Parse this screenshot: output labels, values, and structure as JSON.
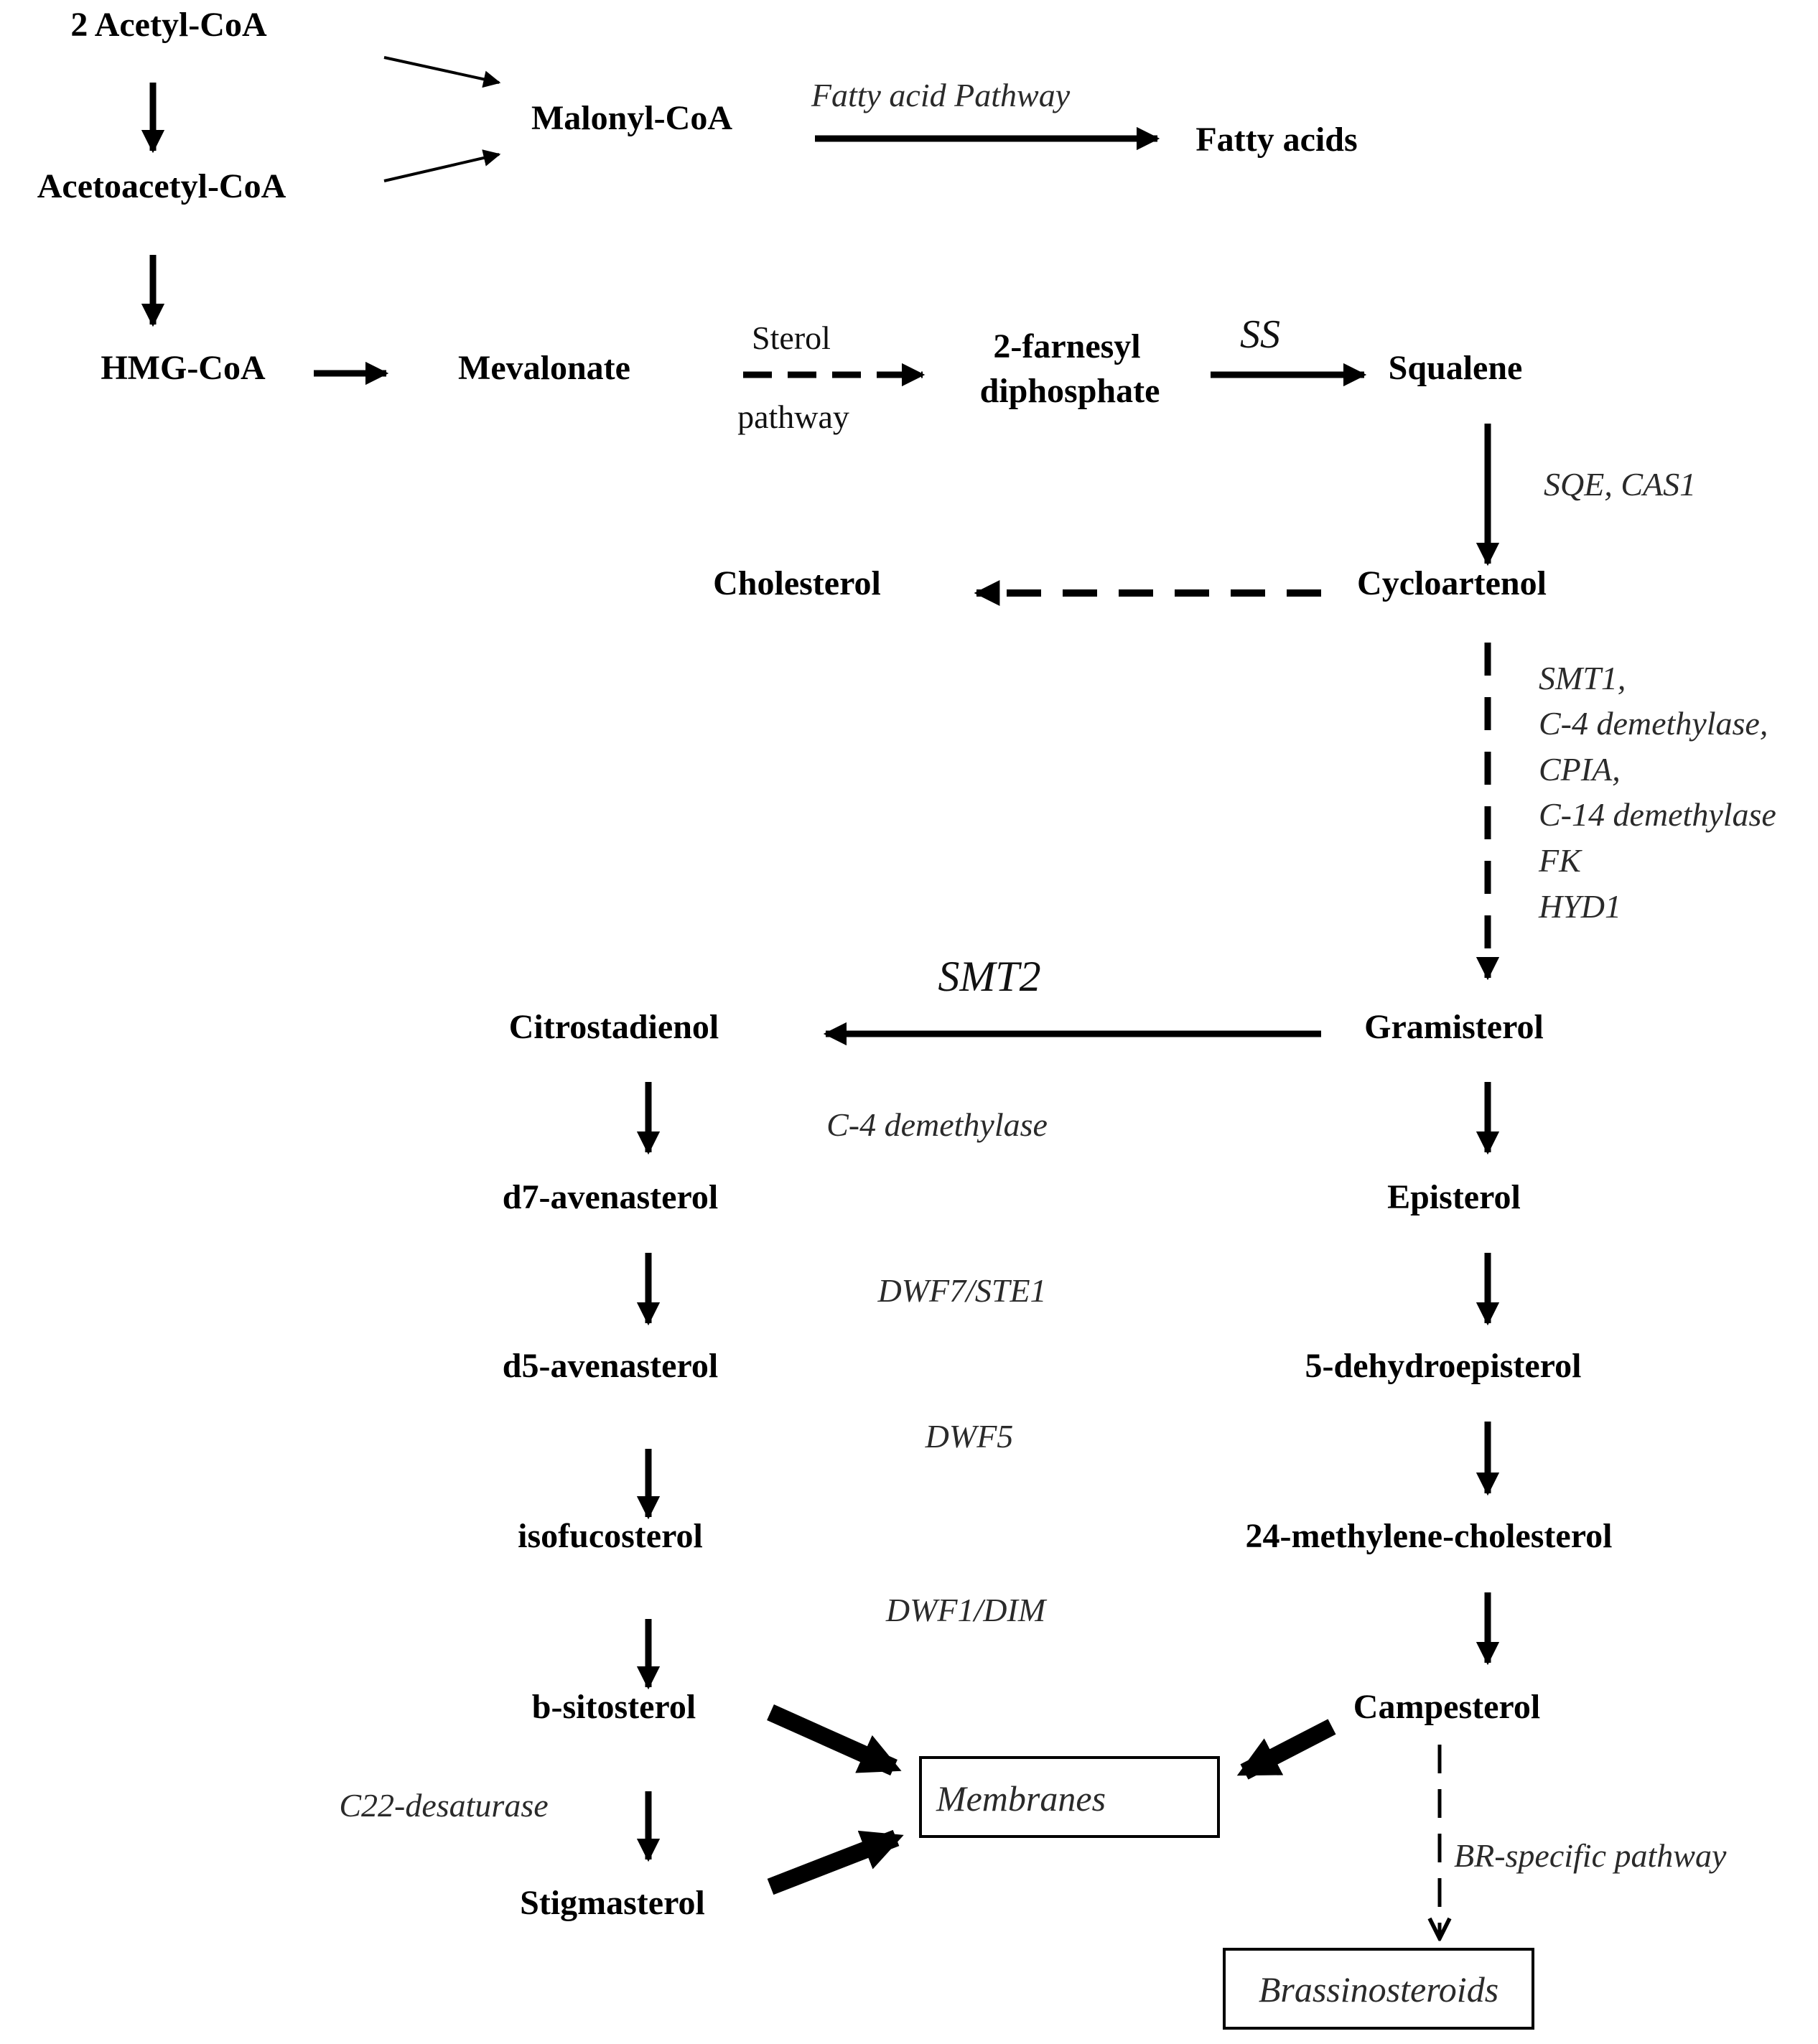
{
  "nodes": {
    "acetyl_coa": "2 Acetyl-CoA",
    "acetoacetyl_coa": "Acetoacetyl-CoA",
    "malonyl_coa": "Malonyl-CoA",
    "fatty_acids": "Fatty acids",
    "hmg_coa": "HMG-CoA",
    "mevalonate": "Mevalonate",
    "farnesyl_line1": "2-farnesyl",
    "farnesyl_line2": "diphosphate",
    "squalene": "Squalene",
    "cholesterol": "Cholesterol",
    "cycloartenol": "Cycloartenol",
    "citrostadienol": "Citrostadienol",
    "gramisterol": "Gramisterol",
    "d7_avenasterol": "d7-avenasterol",
    "d5_avenasterol": "d5-avenasterol",
    "isofucosterol": "isofucosterol",
    "b_sitosterol": "b-sitosterol",
    "stigmasterol": "Stigmasterol",
    "episterol": "Episterol",
    "dehydroepisterol": "5-dehydroepisterol",
    "methylene_cholesterol": "24-methylene-cholesterol",
    "campesterol": "Campesterol",
    "membranes": "Membranes",
    "brassinosteroids": "Brassinosteroids"
  },
  "labels": {
    "fatty_acid_pathway": "Fatty acid Pathway",
    "sterol": "Sterol",
    "pathway": "pathway",
    "ss": "SS",
    "sqe_cas1": "SQE, CAS1",
    "cyclo_enzymes": [
      "SMT1,",
      "C-4 demethylase,",
      "CPIA,",
      "C-14 demethylase",
      "FK",
      "HYD1"
    ],
    "smt2": "SMT2",
    "c4_demethylase": "C-4 demethylase",
    "dwf7_ste1": "DWF7/STE1",
    "dwf5": "DWF5",
    "dwf1_dim": "DWF1/DIM",
    "c22_desaturase": "C22-desaturase",
    "br_specific": "BR-specific pathway"
  }
}
